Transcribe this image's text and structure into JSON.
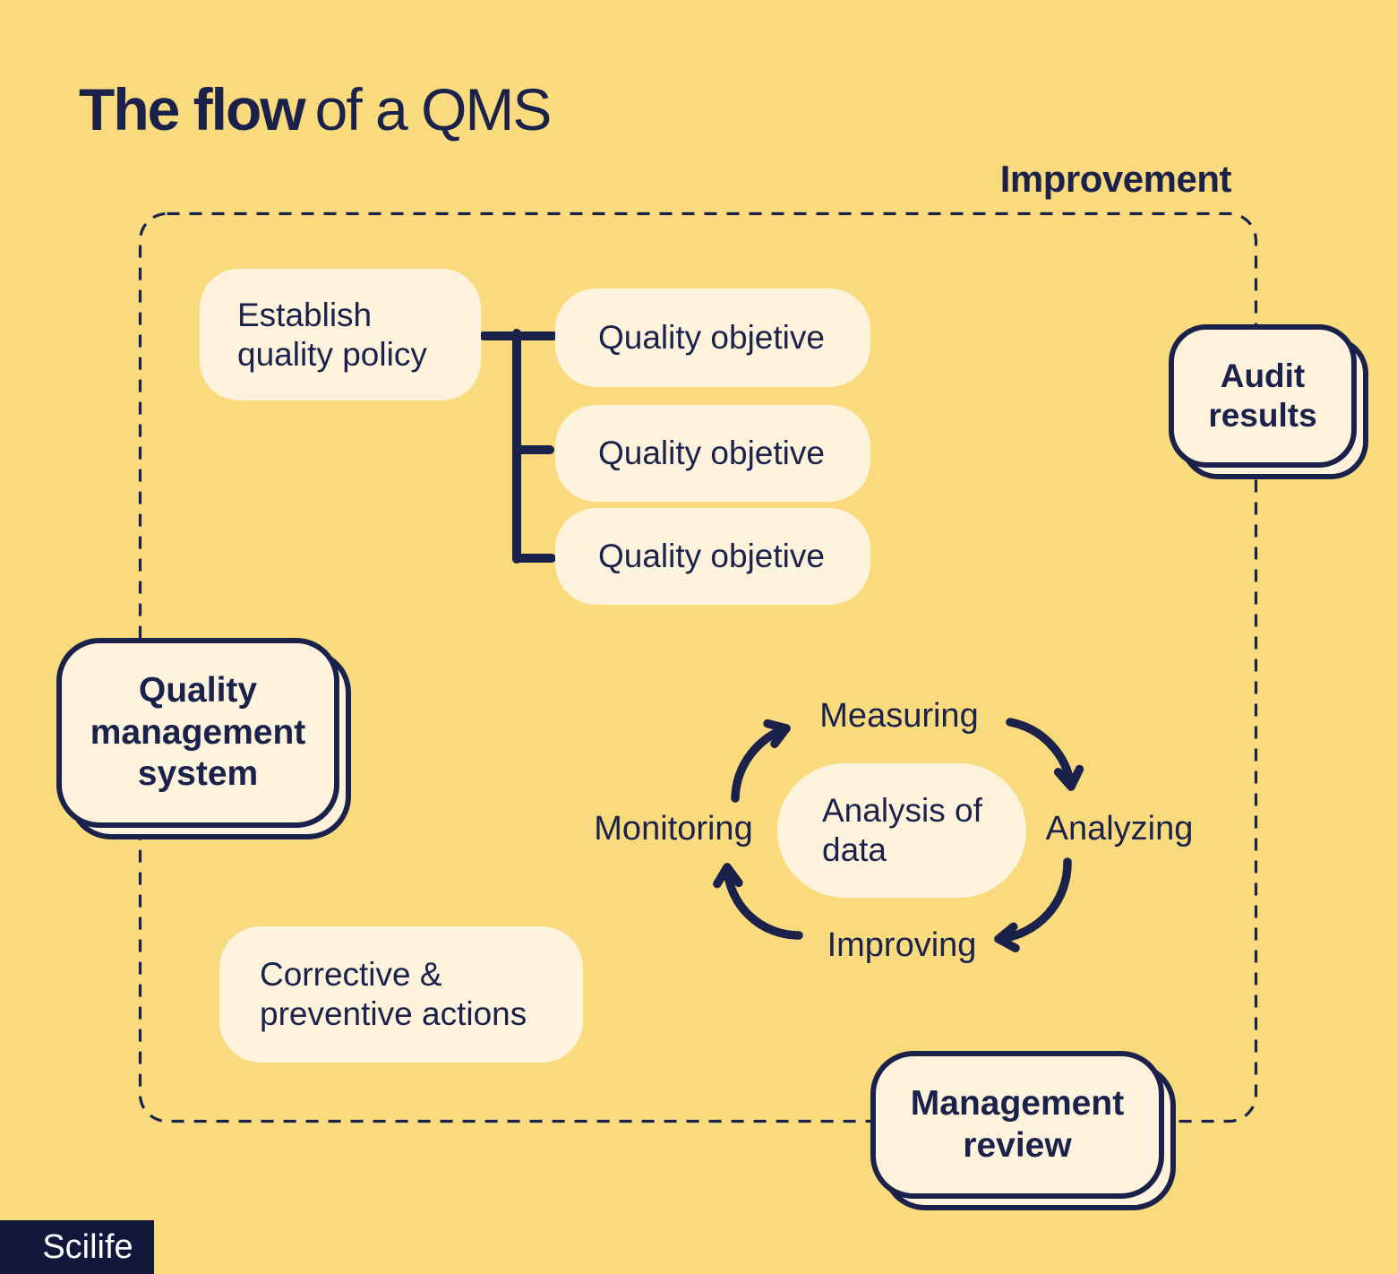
{
  "colors": {
    "background": "#F9DB7E",
    "card_cream": "#FDF3DD",
    "navy": "#1A214B",
    "logo_bg": "#11183C",
    "logo_text": "#FFFFFF"
  },
  "title": {
    "bold": "The flow",
    "regular": "of a QMS"
  },
  "improvement_label": "Improvement",
  "diagram": {
    "establish_policy": "Establish\nquality policy",
    "objectives": [
      "Quality objetive",
      "Quality objetive",
      "Quality objetive"
    ],
    "audit_results": "Audit\nresults",
    "quality_management_system": "Quality\nmanagement\nsystem",
    "corrective_actions": "Corrective &\npreventive actions",
    "management_review": "Management\nreview",
    "cycle": {
      "center": "Analysis of\ndata",
      "top": "Measuring",
      "right": "Analyzing",
      "bottom": "Improving",
      "left": "Monitoring"
    }
  },
  "logo": "Scilife"
}
